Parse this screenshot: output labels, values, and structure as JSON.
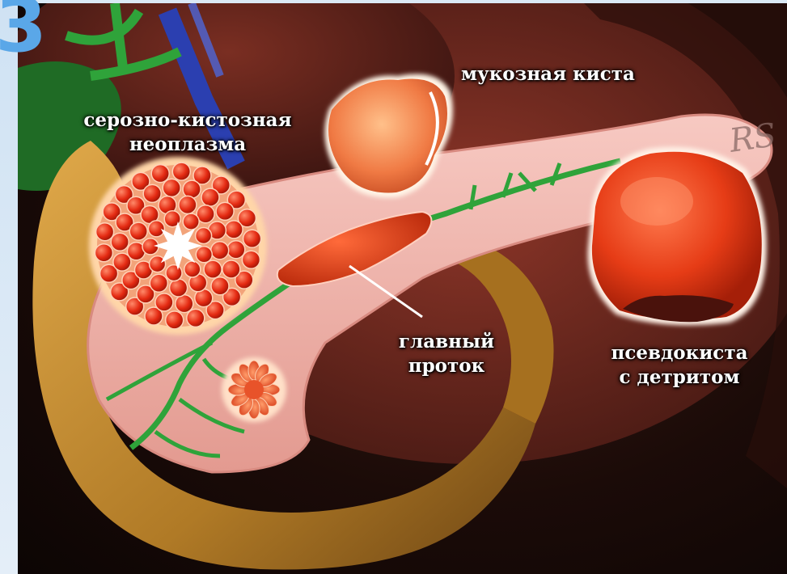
{
  "corner_glyph": "3",
  "labels": {
    "mucous_cyst": "мукозная киста",
    "serous_neoplasm_line1": "серозно-кистозная",
    "serous_neoplasm_line2": "неоплазма",
    "main_duct_line1": "главный",
    "main_duct_line2": "проток",
    "pseudocyst_line1": "псевдокиста",
    "pseudocyst_line2": "с детритом"
  },
  "signature": "RS",
  "colors": {
    "background": "#1b0b08",
    "pancreas": "#f2b8b0",
    "duodenum": "#c99236",
    "duct": "#2fa33a",
    "cyst": "#e8401c",
    "gallbladder": "#1f6b25"
  }
}
